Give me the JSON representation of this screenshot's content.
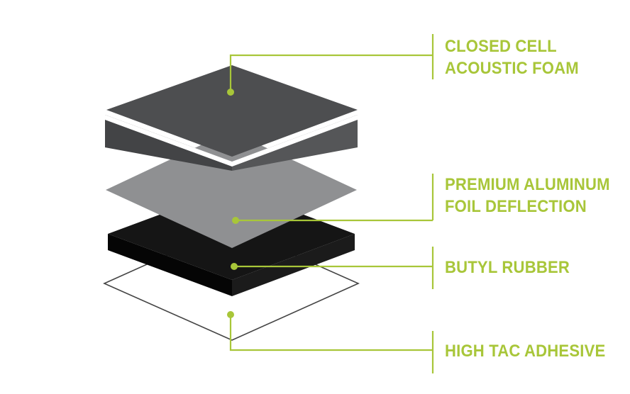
{
  "colors": {
    "accent": "#a8c639",
    "foam": "#4d4e50",
    "foam_stripe": "#ffffff",
    "foil": "#8f9092",
    "rubber": "#111111",
    "adhesive_outline": "#444444"
  },
  "layers": [
    {
      "id": "foam",
      "lines": [
        "CLOSED CELL",
        "ACOUSTIC FOAM"
      ]
    },
    {
      "id": "foil",
      "lines": [
        "PREMIUM ALUMINUM",
        "FOIL DEFLECTION"
      ]
    },
    {
      "id": "butyl",
      "lines": [
        "BUTYL RUBBER"
      ]
    },
    {
      "id": "adhesive",
      "lines": [
        "HIGH TAC ADHESIVE"
      ]
    }
  ]
}
